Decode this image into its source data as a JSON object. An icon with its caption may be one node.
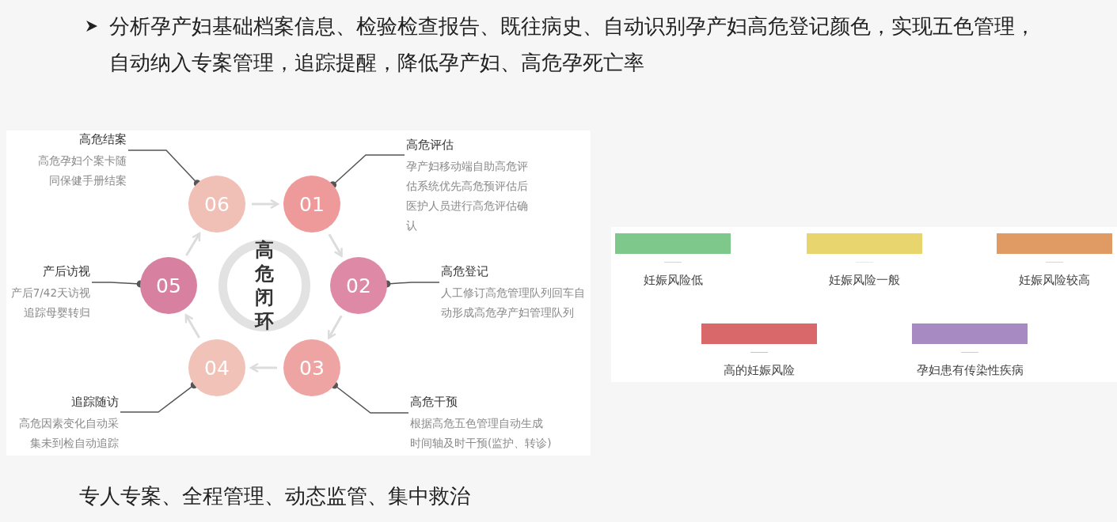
{
  "diagram": {
    "nodes": [
      {
        "text": [
          "高危闭环"
        ]
      },
      {
        "text": [
          "01"
        ]
      },
      {
        "text": [
          "02"
        ]
      },
      {
        "text": [
          "03"
        ]
      },
      {
        "text": [
          "04"
        ]
      },
      {
        "text": [
          "05"
        ]
      },
      {
        "text": [
          "06"
        ]
      },
      {
        "text": [
          "高危评估",
          "孕产妇移动端自助高危评估系统优先高危预评估后医护人员进行高危评估确认"
        ]
      },
      {
        "text": [
          "高危登记",
          "人工修订高危管理队列回车自动形成高危孕产妇管理队列"
        ]
      },
      {
        "text": [
          "高危干预",
          "根据高危五色管理自动生成时间轴及时干预(监护、转诊)"
        ]
      },
      {
        "text": [
          "追踪随访",
          "高危因素变化自动采集未到检自动追踪"
        ]
      },
      {
        "text": [
          "产后访视",
          "产后7/42天访视追踪母婴转归"
        ]
      },
      {
        "text": [
          "高危结案",
          "高危孕妇个案卡随同保健手册结案"
        ]
      }
    ],
    "edges": [
      {
        "from": 6,
        "to": 1,
        "arrow": "to"
      },
      {
        "from": 1,
        "to": 2,
        "arrow": "to"
      },
      {
        "from": 2,
        "to": 3,
        "arrow": "to"
      },
      {
        "from": 3,
        "to": 4,
        "arrow": "to"
      },
      {
        "from": 4,
        "to": 5,
        "arrow": "to"
      },
      {
        "from": 5,
        "to": 6,
        "arrow": "to"
      },
      {
        "from": 7,
        "to": 1,
        "arrow": "other",
        "color": "#555555"
      },
      {
        "from": 8,
        "to": 2,
        "arrow": "other",
        "color": "#555555"
      },
      {
        "from": 9,
        "to": 3,
        "arrow": "other",
        "color": "#555555"
      },
      {
        "from": 10,
        "to": 4,
        "arrow": "other",
        "color": "#555555"
      },
      {
        "from": 11,
        "to": 5,
        "arrow": "other",
        "color": "#555555"
      },
      {
        "from": 12,
        "to": 6,
        "arrow": "other",
        "color": "#555555"
      }
    ],
    "labels": [
      "分析孕产妇基础档案信息、检验检查报告、既往病史、自动识别孕产妇高危登记颜色，实现五色管理，自动纳入专案管理，追踪提醒，降低孕产妇、高危孕死亡率",
      "专人专案、全程管理、动态监管、集中救治"
    ],
    "legend": [
      {
        "text": "妊娠风险低",
        "color": "#7dc88a"
      },
      {
        "text": "妊娠风险一般",
        "color": "#e8d56e"
      },
      {
        "text": "妊娠风险较高",
        "color": "#e09a63"
      },
      {
        "text": "高的妊娠风险",
        "color": "#d9686b"
      },
      {
        "text": "孕妇患有传染性疾病",
        "color": "#a88ac2"
      }
    ]
  }
}
